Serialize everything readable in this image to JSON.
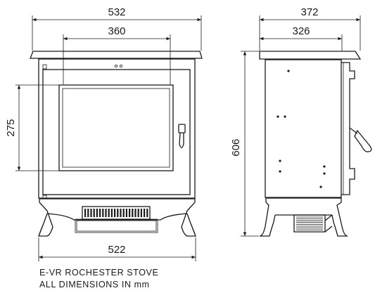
{
  "dimensions": {
    "front_overall_width": "532",
    "front_inner_width": "360",
    "front_glass_height": "275",
    "front_base_width": "522",
    "side_overall_depth": "372",
    "side_body_depth": "326",
    "overall_height": "606"
  },
  "caption": {
    "line1": "E-VR ROCHESTER STOVE",
    "line2": "ALL DIMENSIONS IN mm"
  }
}
